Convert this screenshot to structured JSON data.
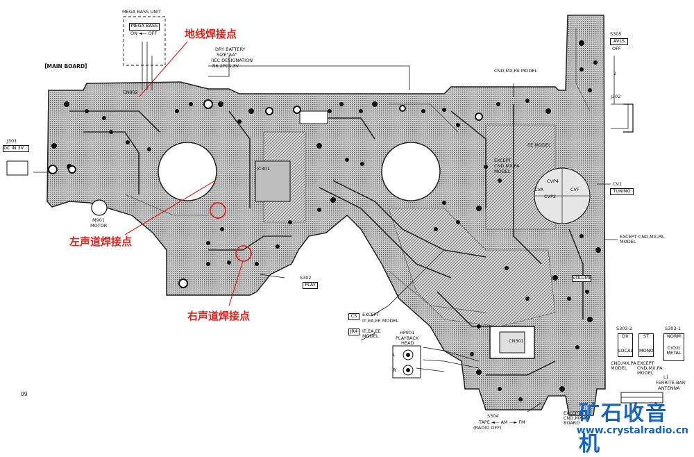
{
  "annotations": {
    "ground_point": "地线焊接点",
    "left_channel_point": "左声道焊接点",
    "right_channel_point": "右声道焊接点"
  },
  "board": {
    "main_board": "【MAIN BOARD】",
    "page_number": "09"
  },
  "mega_bass": {
    "title": "MEGA BASS UNIT",
    "switch_label": "MEGA BASS",
    "switch_state": "ON ◄— OFF"
  },
  "battery": {
    "line1": "DRY BATTERY",
    "line2": "SIZE\"AA\"",
    "line3": "(IEC DESIGNATION",
    "line4": "R6 2PCS.3V"
  },
  "dc_jack": {
    "ref": "J301",
    "label": "DC IN 3V"
  },
  "motor": {
    "ref": "M901",
    "label": "MOTOR"
  },
  "switches": {
    "s305_ref": "S305",
    "s305_label": "AVLS",
    "s305_off": "OFF",
    "s305_pos": "2",
    "s302_ref": "S302",
    "s302_label": "PLAY",
    "s304_ref": "S304",
    "s304_label": "TAPE ◄— AM —► FM",
    "s304_sub": "(RADIO OFF)",
    "s303_2_ref": "S303-2",
    "s303_2_top": "DX",
    "s303_2_bottom": "LOCAL",
    "st_top": "ST",
    "st_bottom": "MONO",
    "s303_1_ref": "S303-1",
    "s303_1_top": "NORM",
    "s303_1_bottom": "CrO2/ METAL"
  },
  "jacks": {
    "j302": "J302"
  },
  "tuning": {
    "ref": "CV1",
    "label": "TUNING"
  },
  "notes": {
    "cnd_mx_pa_model": "CND,MX,PA MODEL",
    "except_cnd_right": "EXCEPT CND,MX,PA MODEL",
    "except_c5_1": "EXCEPT",
    "except_c5_2": "IT,EA,EE MODEL",
    "jr4_model": "IT,EA,EE MODEL",
    "c5": "C5",
    "jr4": "JR4",
    "bottom_cnd_model": "CND,MX,PA MODEL",
    "bottom_except_cnd": "EXCEPT CND,MX,PA MODEL",
    "except_cnd_board": "EXCEPT CND,MX,PA BOARD"
  },
  "head": {
    "ref": "HP901",
    "line1": "PLAYBACK",
    "line2": "HEAD",
    "l": "L",
    "r": "R"
  },
  "antenna": {
    "ref": "L1",
    "line1": "FERRITE-BAR",
    "line2": "ANTENNA"
  },
  "components": {
    "cn301": "CN301",
    "cn802": "CN802",
    "ic301": "IC301",
    "volume": "VOLUME",
    "cvp2": "CVP2",
    "cvp4": "CVP4",
    "cva": "CVA",
    "cvf": "CVF",
    "ee_model": "EE MODEL",
    "except_cnd_mid1": "EXCEPT",
    "except_cnd_mid2": "CND,MX,PA",
    "except_cnd_mid3": "MODEL"
  },
  "watermark": {
    "brand": "矿石收音机",
    "url": "www.crystalradio.cn"
  },
  "colors": {
    "annotation": "#e0211b",
    "watermark": "#1565c0",
    "board_fill": "#9a9a9a"
  }
}
